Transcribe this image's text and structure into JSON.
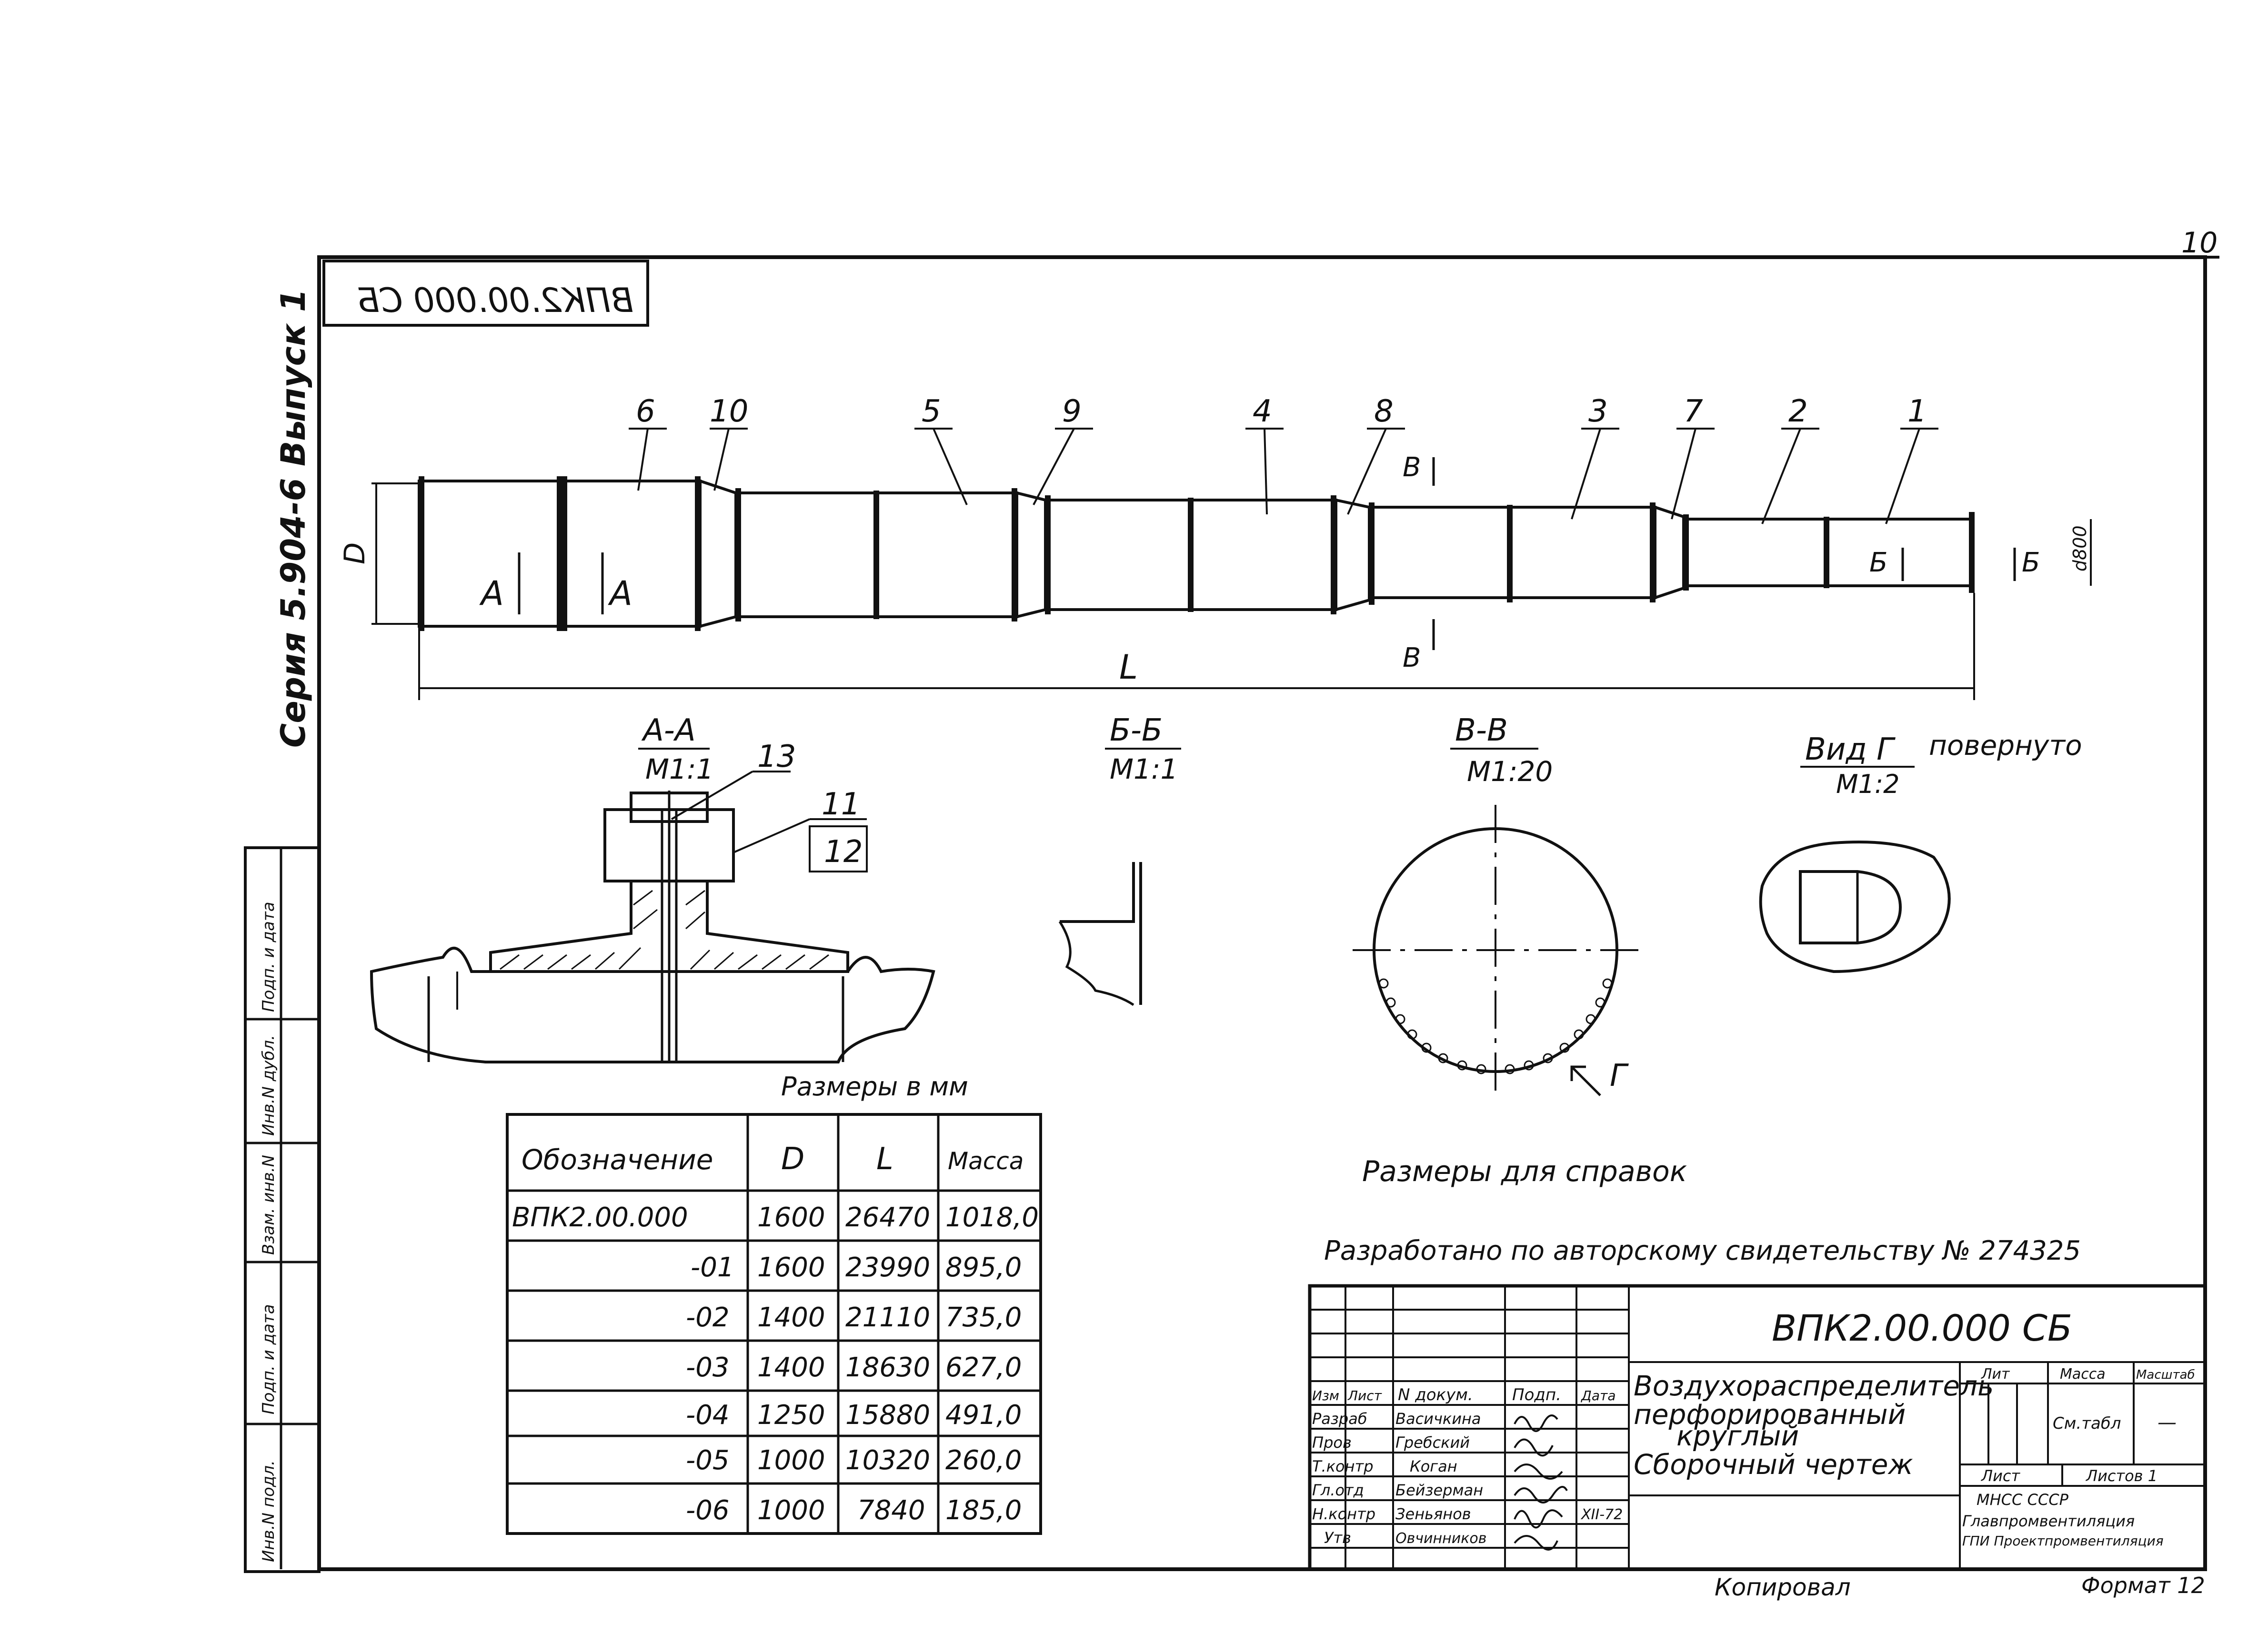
{
  "sheet_number": "10",
  "stamp_code_mirrored": "ВПК2.00.000 СБ",
  "series": "Серия 5.904-6 Выпуск 1",
  "main_view": {
    "part_numbers": [
      "6",
      "10",
      "5",
      "9",
      "4",
      "8",
      "3",
      "7",
      "2",
      "1"
    ],
    "dim_D": "D",
    "dim_L": "L",
    "dim_d800": "d800",
    "mark_A": "A",
    "mark_B": "Б",
    "mark_V": "В"
  },
  "sections": {
    "aa_title": "А-А",
    "aa_scale": "М1:1",
    "bb_title": "Б-Б",
    "bb_scale": "М1:1",
    "vv_title": "В-В",
    "vv_scale": "М1:20",
    "vg_title": "Вид Г",
    "vg_note": "повернуто",
    "vg_scale": "М1:2",
    "callout_13": "13",
    "callout_11": "11",
    "callout_12": "12",
    "mark_G": "Г"
  },
  "dimensions_note": "Размеры в мм",
  "reference_note": "Размеры для справок",
  "author_note": "Разработано по авторскому свидетельству № 274325",
  "table": {
    "headers": [
      "Обозначение",
      "D",
      "L",
      "Масса"
    ],
    "rows": [
      [
        "ВПК2.00.000",
        "1600",
        "26470",
        "1018,0"
      ],
      [
        "-01",
        "1600",
        "23990",
        "895,0"
      ],
      [
        "-02",
        "1400",
        "21110",
        "735,0"
      ],
      [
        "-03",
        "1400",
        "18630",
        "627,0"
      ],
      [
        "-04",
        "1250",
        "15880",
        "491,0"
      ],
      [
        "-05",
        "1000",
        "10320",
        "260,0"
      ],
      [
        "-06",
        "1000",
        "7840",
        "185,0"
      ]
    ]
  },
  "title_block": {
    "code": "ВПК2.00.000 СБ",
    "name_line1": "Воздухораспределитель",
    "name_line2": "перфорированный",
    "name_line3": "круглый",
    "name_line4": "Сборочный чертеж",
    "head_izm": "Изм",
    "head_list": "Лист",
    "head_ndoc": "N докум.",
    "head_podp": "Подп.",
    "head_data": "Дата",
    "roles": [
      "Разраб",
      "Пров",
      "Т.контр",
      "Гл.отд",
      "Н.контр",
      "Утв"
    ],
    "names": [
      "Васичкина",
      "Гребский",
      "Коган",
      "Бейзерман",
      "Зеньянов",
      "Овчинников"
    ],
    "date": "XII-72",
    "lit_label": "Лит",
    "mass_label": "Масса",
    "scale_label": "Масштаб",
    "mass_value": "См.табл",
    "scale_value": "—",
    "sheet_label": "Лист",
    "sheets_label": "Листов 1",
    "org_line1": "МНСС СССР",
    "org_line2": "Главпромвентиляция",
    "org_line3": "ГПИ Проектпромвентиляция"
  },
  "copied": "Копировал",
  "format": "Формат 12",
  "side_stamp": [
    "Инв.N подл.",
    "Подп. и дата",
    "Взам. инв.N",
    "Инв.N дубл.",
    "Подп. и дата"
  ]
}
